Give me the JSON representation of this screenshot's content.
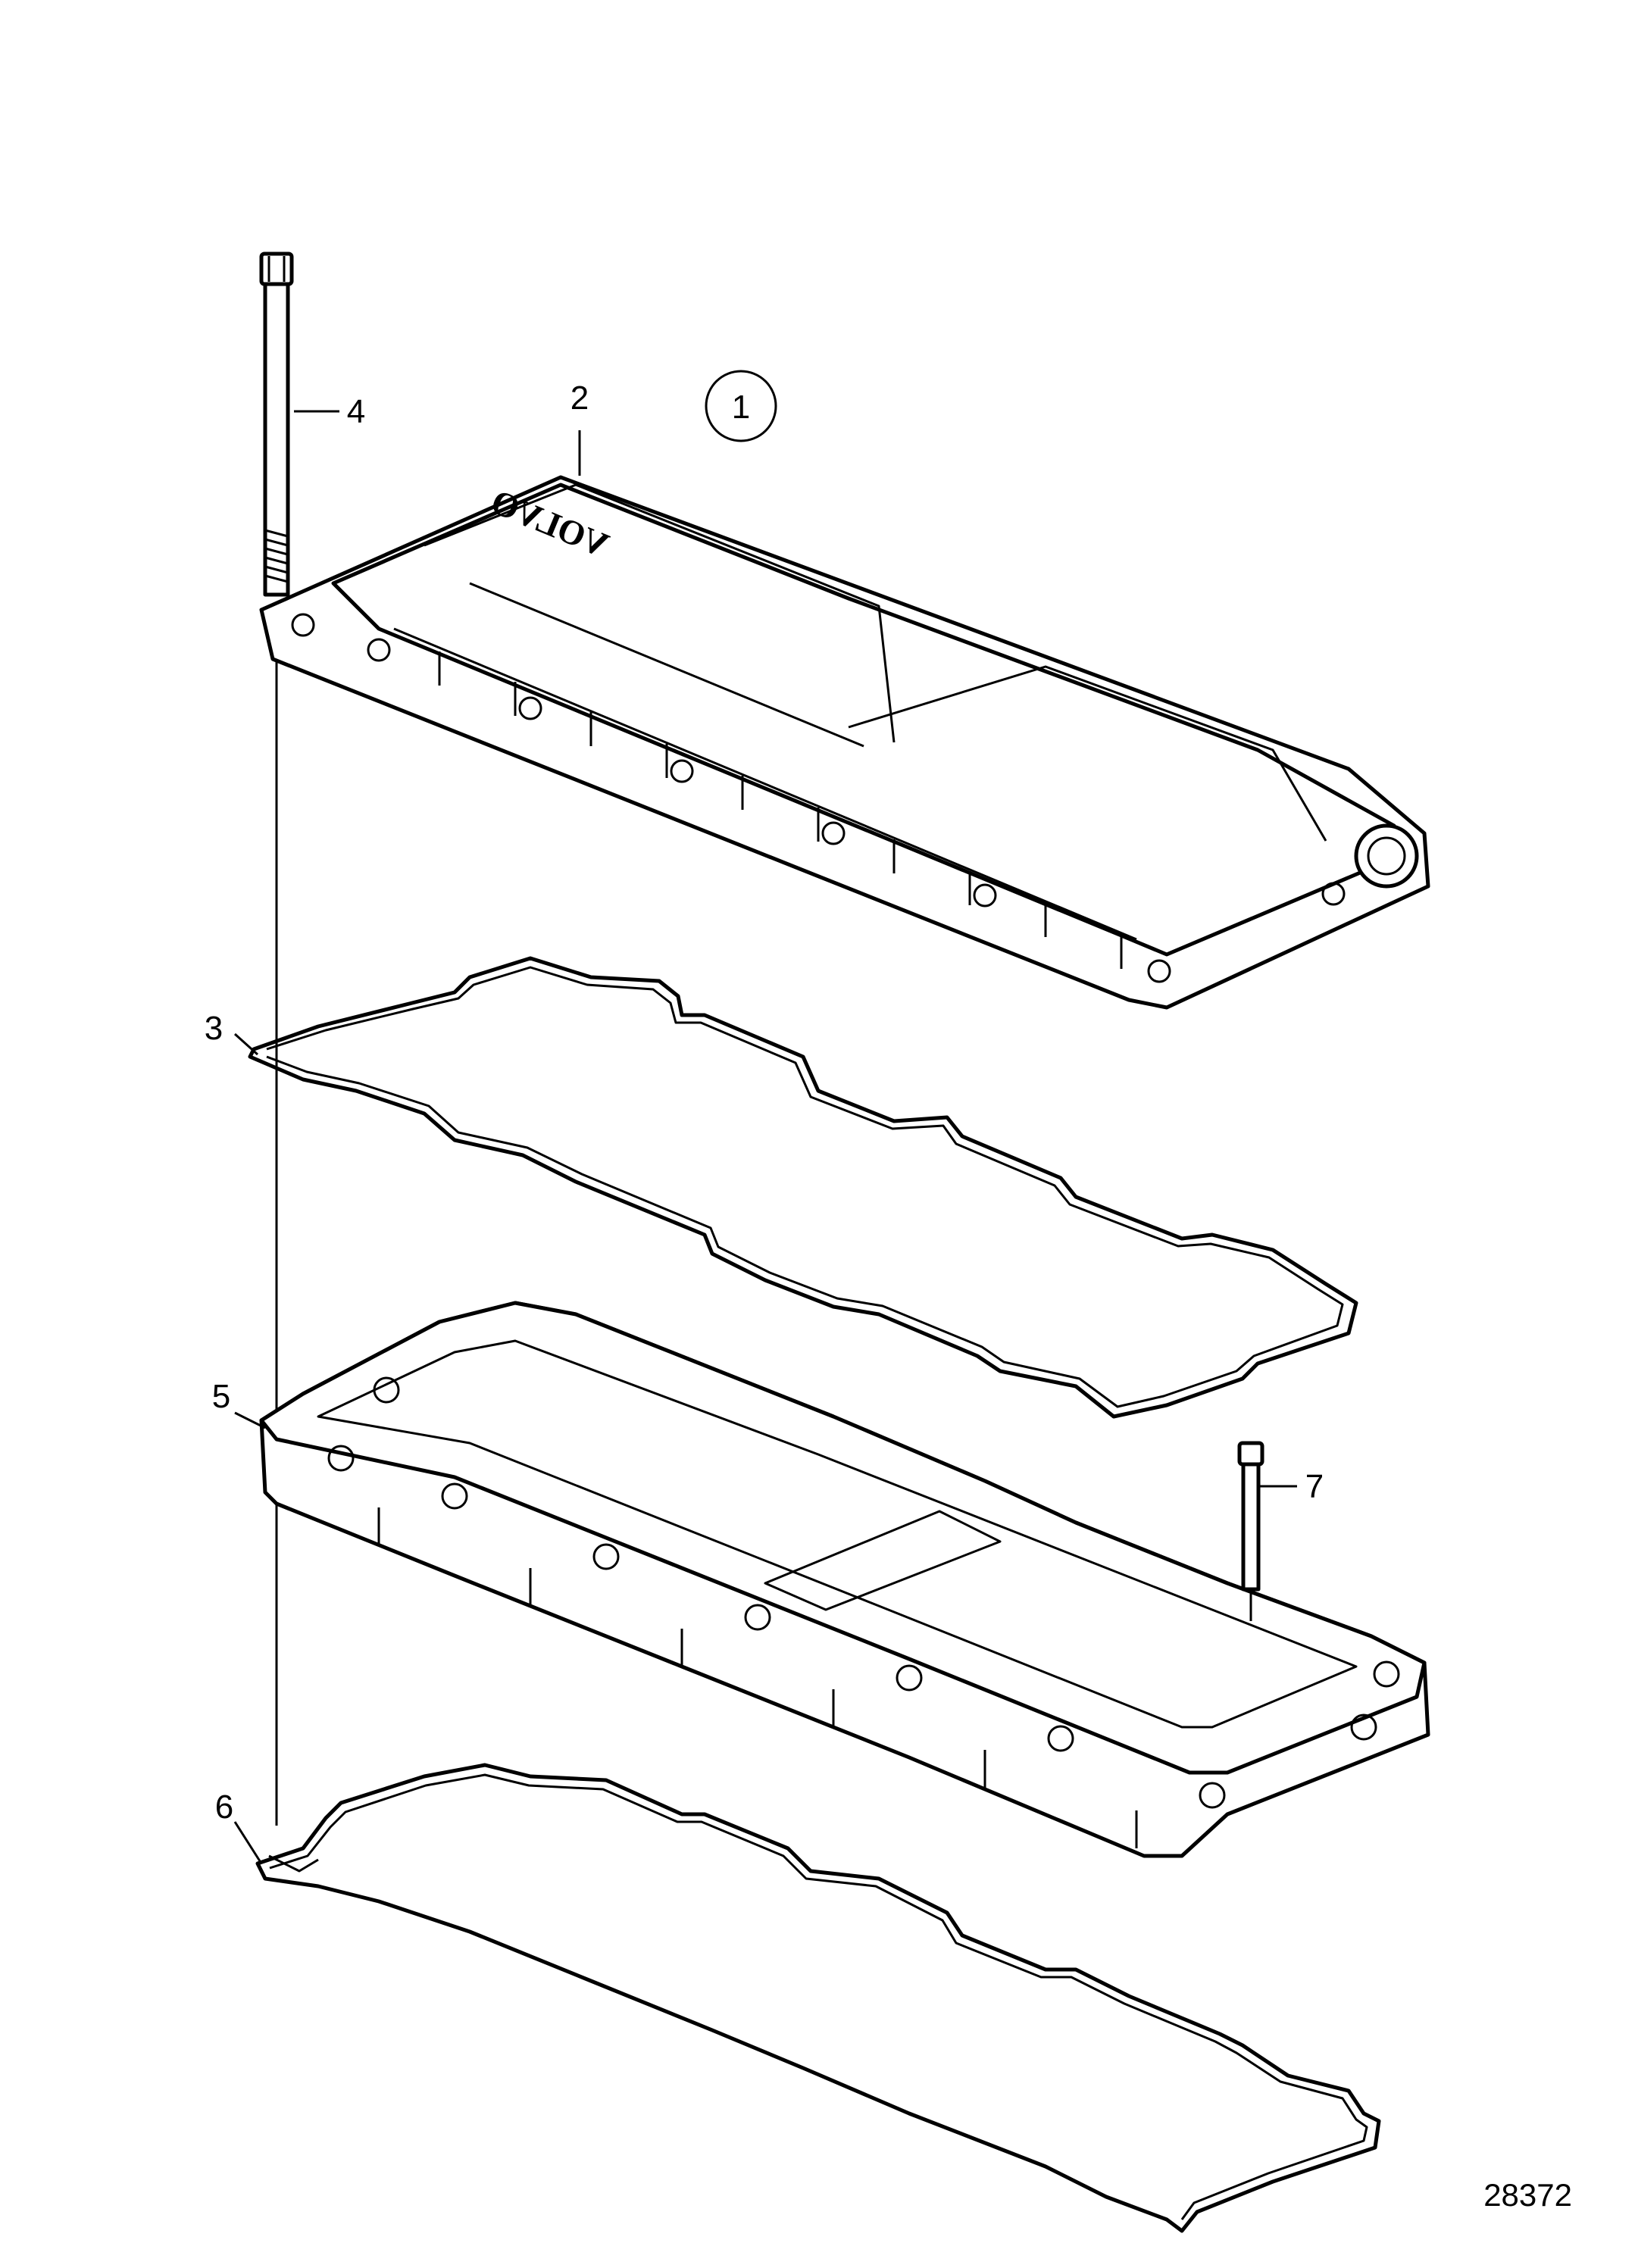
{
  "callouts": {
    "assembly": "1",
    "cover": "2",
    "upper_gasket": "3",
    "bolt_long": "4",
    "frame": "5",
    "lower_gasket": "6",
    "bolt_short": "7"
  },
  "cover_logo": "VOLVO",
  "figure_number": "28372"
}
